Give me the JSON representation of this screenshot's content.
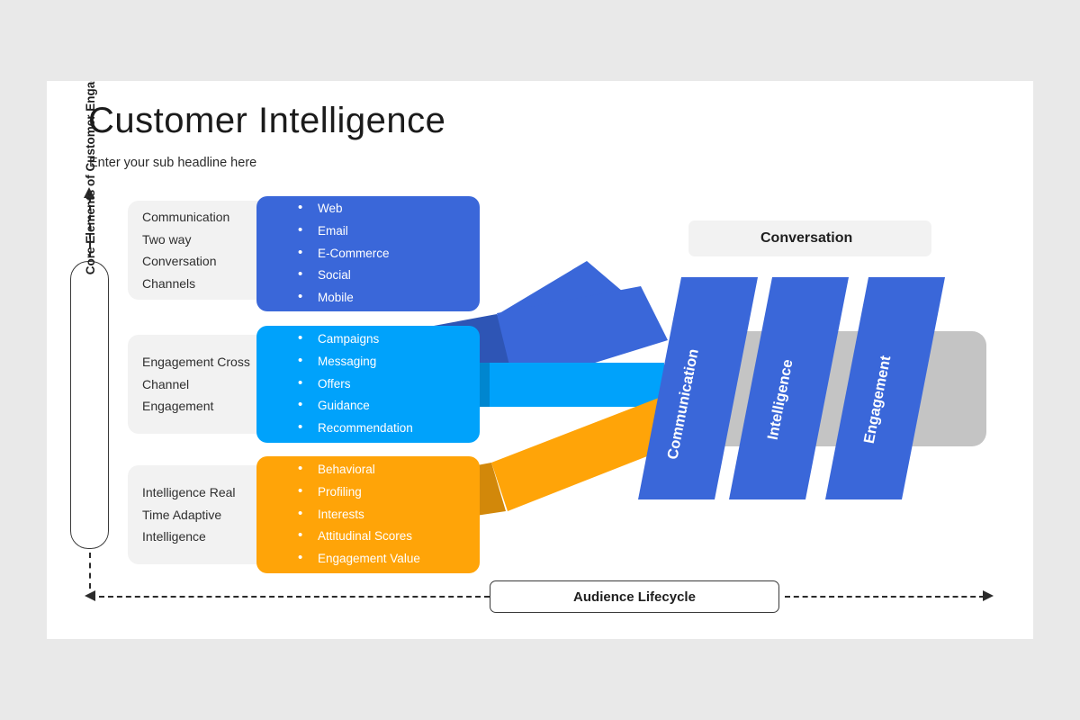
{
  "slide": {
    "title": "Customer Intelligence",
    "subtitle": "Enter your sub headline here"
  },
  "axes": {
    "vertical_label": "Core Elements of Customer Engagement",
    "horizontal_label": "Audience Lifecycle"
  },
  "header_pill": {
    "label": "Conversation"
  },
  "rows": [
    {
      "id": "communication",
      "color": "#3a67d9",
      "description_lines": [
        "Communication",
        "Two way",
        "Conversation",
        "Channels"
      ],
      "items": [
        "Web",
        "Email",
        "E-Commerce",
        "Social",
        "Mobile"
      ]
    },
    {
      "id": "engagement",
      "color": "#00a2fb",
      "description_lines": [
        "Engagement Cross",
        "Channel",
        "Engagement"
      ],
      "items": [
        "Campaigns",
        "Messaging",
        " Offers",
        "Guidance",
        "Recommendation"
      ]
    },
    {
      "id": "intelligence",
      "color": "#ffa408",
      "description_lines": [
        "Intelligence Real",
        "Time Adaptive",
        "Intelligence"
      ],
      "items": [
        "Behavioral",
        "Profiling",
        "Interests",
        "Attitudinal Scores",
        "Engagement Value"
      ]
    }
  ],
  "stages": [
    {
      "label": "Communication",
      "color": "#3a67d9"
    },
    {
      "label": "Intelligence",
      "color": "#3a67d9"
    },
    {
      "label": "Engagement",
      "color": "#3a67d9"
    }
  ],
  "palette": {
    "page_background": "#e9e9e9",
    "slide_background": "#ffffff",
    "grey_card": "#f2f2f2",
    "grey_bar": "#c4c4c4",
    "blue": "#3a67d9",
    "blue_dark": "#2e55b5",
    "cyan": "#00a2fb",
    "cyan_dark": "#0086cf",
    "orange": "#ffa408",
    "orange_dark": "#d2880a",
    "ink": "#1f1f1f"
  }
}
